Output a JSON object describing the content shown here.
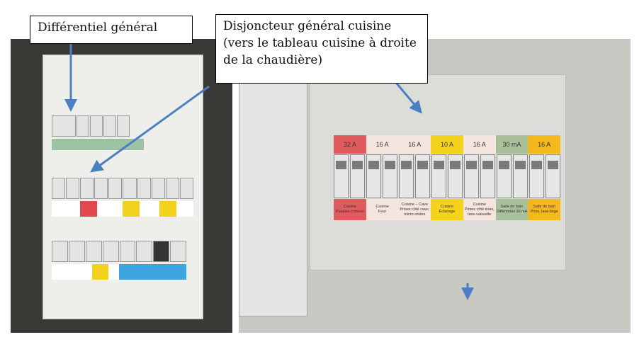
{
  "callouts": {
    "left": "Différentiel général",
    "right": "Disjoncteur général cuisine (vers le tableau cuisine à droite de la chaudière)"
  },
  "breakers": [
    {
      "rating": "32 A",
      "label": "Cuisine",
      "sub": "Plaques cuisson",
      "color": "#e05a5e"
    },
    {
      "rating": "16 A",
      "label": "Cuisine",
      "sub": "Four",
      "color": "#f4e6df"
    },
    {
      "rating": "16 A",
      "label": "Cuisine – Cave",
      "sub": "Prises côté cave, micro-ondes",
      "color": "#f4e6df"
    },
    {
      "rating": "10 A",
      "label": "Cuisine",
      "sub": "Éclairage",
      "color": "#f5d21c"
    },
    {
      "rating": "16 A",
      "label": "Cuisine",
      "sub": "Prises côté évier, lave-vaisselle",
      "color": "#f4e6df"
    },
    {
      "rating": "30 mA",
      "label": "Salle de bain",
      "sub": "Différentiel 30 mA",
      "color": "#a9c19a"
    },
    {
      "rating": "16 A",
      "label": "Salle de bain",
      "sub": "Prise, lave-linge",
      "color": "#f5b81c"
    }
  ],
  "arrow_color": "#4a7fc1"
}
